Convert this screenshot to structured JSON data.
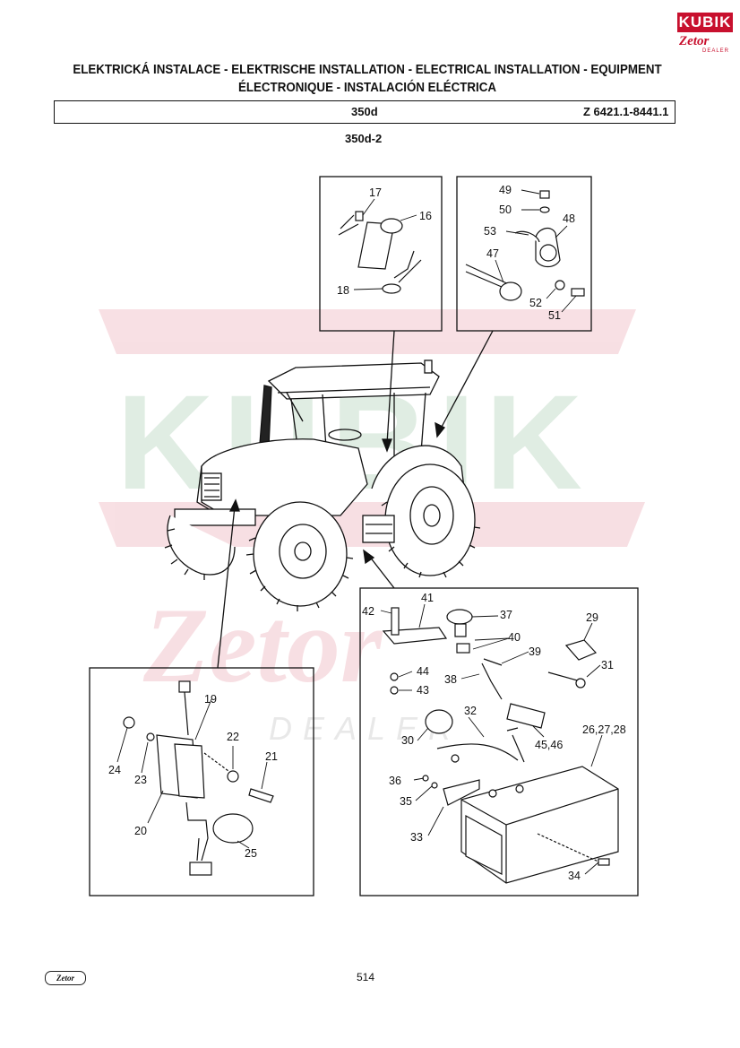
{
  "brand": {
    "logo_text": "KUBIK",
    "logo_sub": "Zetor",
    "logo_dealer": "DEALER"
  },
  "title": {
    "line1": "ELEKTRICKÁ INSTALACE - ELEKTRISCHE INSTALLATION - ELECTRICAL INSTALLATION - EQUIPMENT",
    "line2": "ÉLECTRONIQUE - INSTALACIÓN ELÉCTRICA"
  },
  "header": {
    "model": "350d",
    "code": "Z 6421.1-8441.1"
  },
  "subtitle": "350d-2",
  "watermark": {
    "text": "KUBIK",
    "sub": "Zetor",
    "dealer": "DEALER"
  },
  "callouts": {
    "top_left": [
      "17",
      "16",
      "18"
    ],
    "top_right": [
      "49",
      "50",
      "48",
      "53",
      "47",
      "52",
      "51"
    ],
    "bottom_left": [
      "19",
      "22",
      "21",
      "24",
      "23",
      "20",
      "25"
    ],
    "bottom_right": [
      "41",
      "42",
      "37",
      "29",
      "40",
      "39",
      "31",
      "44",
      "38",
      "43",
      "32",
      "30",
      "45,46",
      "26,27,28",
      "36",
      "35",
      "33",
      "34"
    ]
  },
  "footer": {
    "logo": "Zetor",
    "page": "514"
  }
}
